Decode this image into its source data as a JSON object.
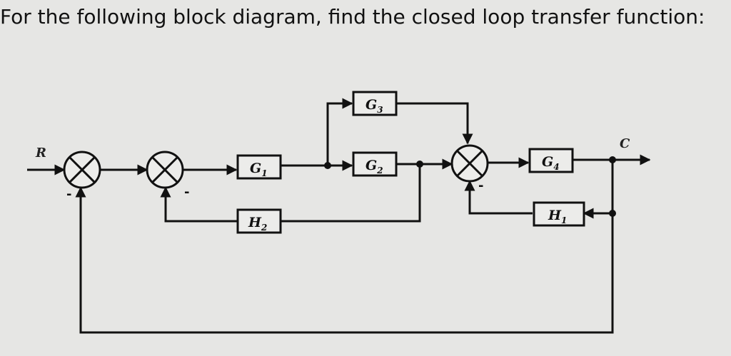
{
  "question": {
    "text": "For the following block diagram, find the closed loop transfer function:"
  },
  "diagram": {
    "input_label": "R",
    "output_label": "C",
    "blocks": [
      {
        "id": "g1",
        "main": "G",
        "sub": "1"
      },
      {
        "id": "g2",
        "main": "G",
        "sub": "2"
      },
      {
        "id": "g3",
        "main": "G",
        "sub": "3"
      },
      {
        "id": "g4",
        "main": "G",
        "sub": "4"
      },
      {
        "id": "h1",
        "main": "H",
        "sub": "1"
      },
      {
        "id": "h2",
        "main": "H",
        "sub": "2"
      }
    ],
    "summing_junctions": [
      {
        "id": "sj1",
        "signs": [
          "-"
        ]
      },
      {
        "id": "sj2",
        "signs": [
          "-"
        ]
      },
      {
        "id": "sj3",
        "signs": [
          "-"
        ]
      }
    ]
  }
}
